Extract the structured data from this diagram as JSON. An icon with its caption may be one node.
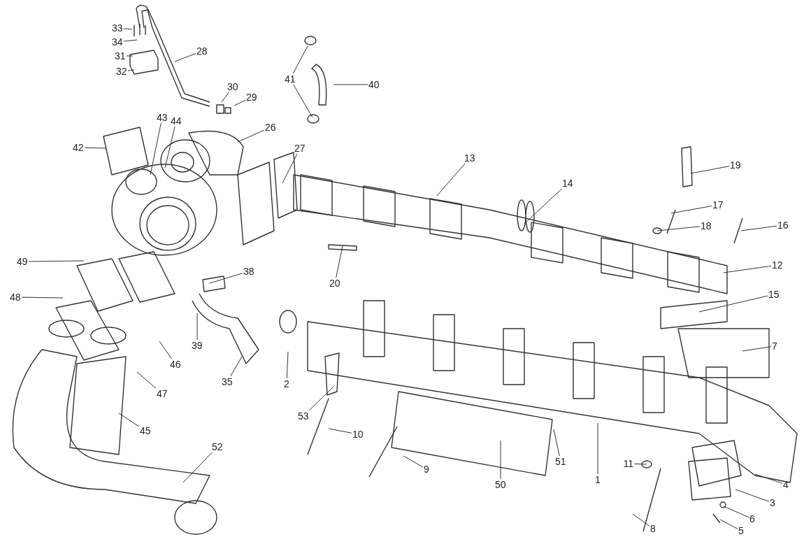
{
  "diagram": {
    "nodes": [
      {
        "text": [
          "33"
        ]
      },
      {
        "text": [
          "34"
        ]
      },
      {
        "text": [
          "31"
        ]
      },
      {
        "text": [
          "32"
        ]
      },
      {
        "text": [
          "28"
        ]
      },
      {
        "text": [
          "30"
        ]
      },
      {
        "text": [
          "29"
        ]
      },
      {
        "text": [
          "41"
        ]
      },
      {
        "text": [
          "40"
        ]
      },
      {
        "text": [
          "43"
        ]
      },
      {
        "text": [
          "44"
        ]
      },
      {
        "text": [
          "26"
        ]
      },
      {
        "text": [
          "42"
        ]
      },
      {
        "text": [
          "27"
        ]
      },
      {
        "text": [
          "13"
        ]
      },
      {
        "text": [
          "14"
        ]
      },
      {
        "text": [
          "19"
        ]
      },
      {
        "text": [
          "17"
        ]
      },
      {
        "text": [
          "18"
        ]
      },
      {
        "text": [
          "16"
        ]
      },
      {
        "text": [
          "12"
        ]
      },
      {
        "text": [
          "20"
        ]
      },
      {
        "text": [
          "49"
        ]
      },
      {
        "text": [
          "38"
        ]
      },
      {
        "text": [
          "48"
        ]
      },
      {
        "text": [
          "15"
        ]
      },
      {
        "text": [
          "39"
        ]
      },
      {
        "text": [
          "7"
        ]
      },
      {
        "text": [
          "46"
        ]
      },
      {
        "text": [
          "35"
        ]
      },
      {
        "text": [
          "2"
        ]
      },
      {
        "text": [
          "47"
        ]
      },
      {
        "text": [
          "53"
        ]
      },
      {
        "text": [
          "45"
        ]
      },
      {
        "text": [
          "10"
        ]
      },
      {
        "text": [
          "52"
        ]
      },
      {
        "text": [
          "51"
        ]
      },
      {
        "text": [
          "11"
        ]
      },
      {
        "text": [
          "9"
        ]
      },
      {
        "text": [
          "4"
        ]
      },
      {
        "text": [
          "50"
        ]
      },
      {
        "text": [
          "1"
        ]
      },
      {
        "text": [
          "3"
        ]
      },
      {
        "text": [
          "6"
        ]
      },
      {
        "text": [
          "8"
        ]
      },
      {
        "text": [
          "5"
        ]
      }
    ],
    "edges": [
      {
        "from": 0,
        "to": null,
        "arrow": "none"
      },
      {
        "from": 1,
        "to": null,
        "arrow": "none"
      },
      {
        "from": 2,
        "to": null,
        "arrow": "none"
      },
      {
        "from": 3,
        "to": null,
        "arrow": "none"
      },
      {
        "from": 4,
        "to": null,
        "arrow": "none"
      },
      {
        "from": 5,
        "to": null,
        "arrow": "none"
      },
      {
        "from": 6,
        "to": null,
        "arrow": "none"
      },
      {
        "from": 7,
        "to": null,
        "arrow": "none"
      },
      {
        "from": 7,
        "to": null,
        "arrow": "none"
      },
      {
        "from": 8,
        "to": null,
        "arrow": "none"
      },
      {
        "from": 9,
        "to": null,
        "arrow": "none"
      },
      {
        "from": 10,
        "to": null,
        "arrow": "none"
      },
      {
        "from": 11,
        "to": null,
        "arrow": "none"
      },
      {
        "from": 12,
        "to": null,
        "arrow": "none"
      },
      {
        "from": 13,
        "to": null,
        "arrow": "none"
      },
      {
        "from": 14,
        "to": null,
        "arrow": "none"
      },
      {
        "from": 15,
        "to": null,
        "arrow": "none"
      },
      {
        "from": 16,
        "to": null,
        "arrow": "none"
      },
      {
        "from": 17,
        "to": null,
        "arrow": "none"
      },
      {
        "from": 18,
        "to": null,
        "arrow": "none"
      },
      {
        "from": 19,
        "to": null,
        "arrow": "none"
      },
      {
        "from": 20,
        "to": null,
        "arrow": "none"
      },
      {
        "from": 21,
        "to": null,
        "arrow": "none"
      },
      {
        "from": 22,
        "to": null,
        "arrow": "none"
      },
      {
        "from": 23,
        "to": null,
        "arrow": "none"
      },
      {
        "from": 24,
        "to": null,
        "arrow": "none"
      },
      {
        "from": 25,
        "to": null,
        "arrow": "none"
      },
      {
        "from": 26,
        "to": null,
        "arrow": "none"
      },
      {
        "from": 27,
        "to": null,
        "arrow": "none"
      },
      {
        "from": 28,
        "to": null,
        "arrow": "none"
      },
      {
        "from": 29,
        "to": null,
        "arrow": "none"
      },
      {
        "from": 30,
        "to": null,
        "arrow": "none"
      },
      {
        "from": 31,
        "to": null,
        "arrow": "none"
      },
      {
        "from": 32,
        "to": null,
        "arrow": "none"
      },
      {
        "from": 33,
        "to": null,
        "arrow": "none"
      },
      {
        "from": 34,
        "to": null,
        "arrow": "none"
      },
      {
        "from": 35,
        "to": null,
        "arrow": "none"
      },
      {
        "from": 36,
        "to": null,
        "arrow": "none"
      },
      {
        "from": 37,
        "to": null,
        "arrow": "none"
      },
      {
        "from": 38,
        "to": null,
        "arrow": "none"
      },
      {
        "from": 39,
        "to": null,
        "arrow": "none"
      },
      {
        "from": 40,
        "to": null,
        "arrow": "none"
      },
      {
        "from": 41,
        "to": null,
        "arrow": "none"
      },
      {
        "from": 42,
        "to": null,
        "arrow": "none"
      },
      {
        "from": 43,
        "to": null,
        "arrow": "none"
      },
      {
        "from": 44,
        "to": null,
        "arrow": "none"
      },
      {
        "from": 45,
        "to": null,
        "arrow": "none"
      }
    ]
  }
}
